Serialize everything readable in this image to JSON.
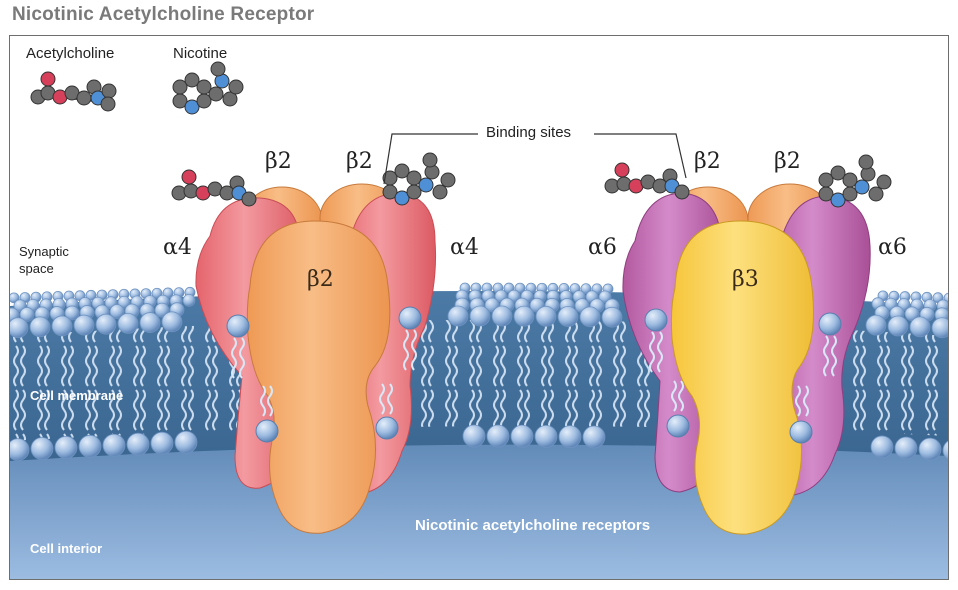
{
  "title": "Nicotinic Acetylcholine Receptor",
  "legend": {
    "acetylcholine": "Acetylcholine",
    "nicotine": "Nicotine"
  },
  "regions": {
    "synaptic_space": "Synaptic\nspace",
    "cell_membrane": "Cell membrane",
    "cell_interior": "Cell interior",
    "receptors": "Nicotinic acetylcholine receptors"
  },
  "callout": "Binding sites",
  "receptor_left": {
    "alpha_left": "α4",
    "alpha_right": "α4",
    "beta_back_left": "β2",
    "beta_back_right": "β2",
    "beta_front": "β2"
  },
  "receptor_right": {
    "alpha_left": "α6",
    "alpha_right": "α6",
    "beta_back_left": "β2",
    "beta_back_right": "β2",
    "beta_front": "β3"
  },
  "colors": {
    "alpha4": "#ec7f86",
    "beta2": "#f5ae72",
    "alpha6": "#c674ba",
    "beta3": "#fbd362",
    "membrane": "#3d6a94",
    "interior": "#8fb0d8",
    "lipid_head": "#a9c4e6",
    "oxygen": "#d6405a",
    "nitrogen": "#4f8fd6",
    "carbon": "#6d6d6d"
  }
}
